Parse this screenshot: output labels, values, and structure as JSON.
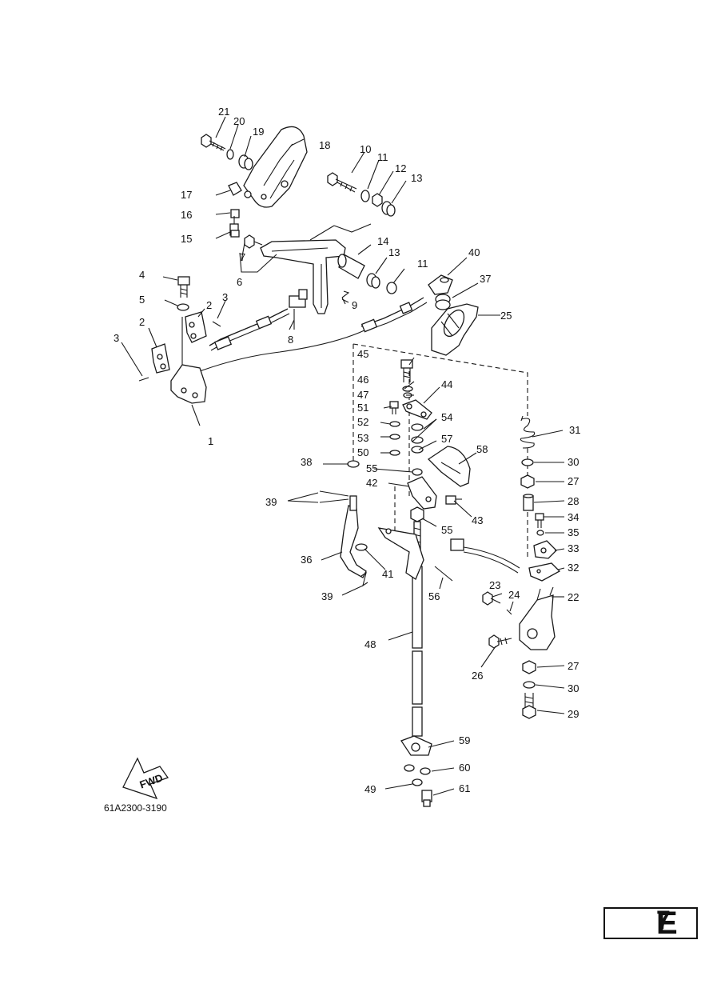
{
  "diagram": {
    "catalog_code": "61A2300-3190",
    "fwd_label": "FWD",
    "page_letter": "E",
    "page_number": "7",
    "callouts": {
      "c1": "1",
      "c2a": "2",
      "c2b": "2",
      "c3a": "3",
      "c3b": "3",
      "c4": "4",
      "c5": "5",
      "c6": "6",
      "c7": "7",
      "c8": "8",
      "c9": "9",
      "c10": "10",
      "c11a": "11",
      "c11b": "11",
      "c12": "12",
      "c13a": "13",
      "c13b": "13",
      "c14": "14",
      "c15": "15",
      "c16": "16",
      "c17": "17",
      "c18": "18",
      "c19": "19",
      "c20": "20",
      "c21": "21",
      "c22": "22",
      "c23": "23",
      "c24": "24",
      "c25": "25",
      "c26": "26",
      "c27a": "27",
      "c27b": "27",
      "c28": "28",
      "c29": "29",
      "c30a": "30",
      "c30b": "30",
      "c31": "31",
      "c32": "32",
      "c33": "33",
      "c34": "34",
      "c35": "35",
      "c36": "36",
      "c37": "37",
      "c38": "38",
      "c39a": "39",
      "c39b": "39",
      "c40": "40",
      "c41": "41",
      "c42": "42",
      "c43": "43",
      "c44": "44",
      "c45": "45",
      "c46": "46",
      "c47": "47",
      "c48": "48",
      "c49": "49",
      "c50": "50",
      "c51": "51",
      "c52": "52",
      "c53": "53",
      "c54": "54",
      "c55a": "55",
      "c55b": "55",
      "c56": "56",
      "c57": "57",
      "c58": "58",
      "c59": "59",
      "c60": "60",
      "c61": "61"
    }
  }
}
